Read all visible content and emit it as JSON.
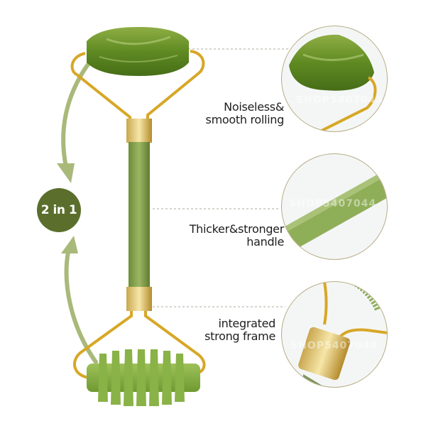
{
  "badge": {
    "label": "2 in 1",
    "color": "#5b6e2c"
  },
  "features": [
    {
      "line1": "Noiseless&",
      "line2": "smooth rolling"
    },
    {
      "line1": "Thicker&stronger",
      "line2": "handle"
    },
    {
      "line1": "integrated",
      "line2": "strong frame"
    }
  ],
  "watermark": "SHOP5407044",
  "colors": {
    "jade": "#6c8f2a",
    "jade_light": "#a6bf6a",
    "gold": "#d7a726",
    "arrow": "#a9b97a",
    "outline": "#b8ad86"
  }
}
